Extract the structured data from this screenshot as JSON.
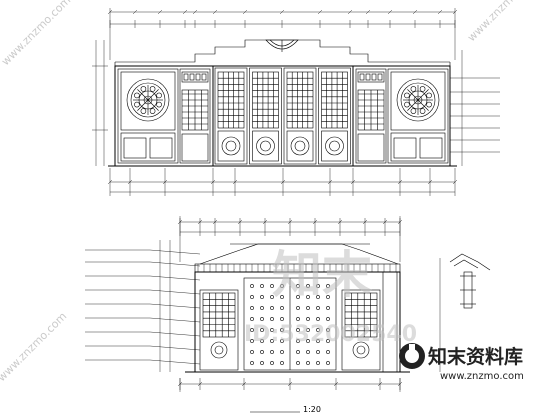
{
  "watermark": {
    "corner_text": "www.znzmo.com",
    "logo_chars": "知末",
    "id_line": "ID:532002540",
    "brand_cn": "知末资料库",
    "brand_url": "www.znzmo.com"
  },
  "drawing": {
    "scale_label": "1:20"
  }
}
